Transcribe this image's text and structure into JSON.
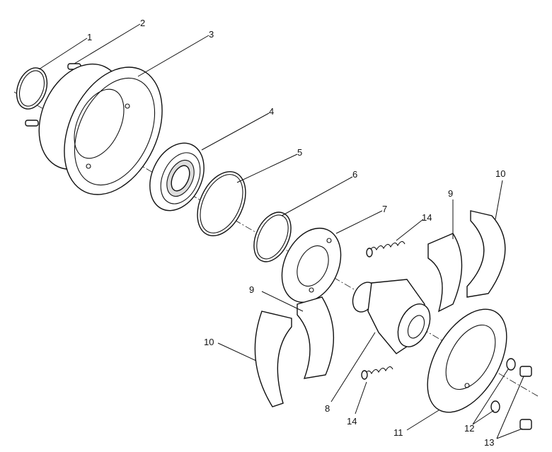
{
  "diagram": {
    "callouts": [
      "1",
      "2",
      "3",
      "4",
      "5",
      "6",
      "7",
      "14",
      "9",
      "10",
      "9",
      "10",
      "8",
      "14",
      "11",
      "12",
      "13"
    ]
  }
}
